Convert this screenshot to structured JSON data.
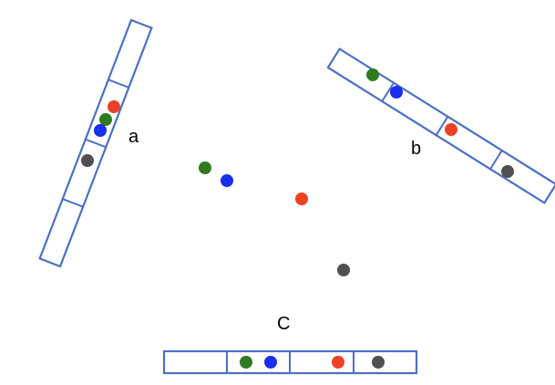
{
  "colors": {
    "box": "#4b6fc3",
    "green": "#2f7a1f",
    "blue": "#1a2ff0",
    "red": "#ee4024",
    "gray": "#505050"
  },
  "labels": {
    "a": "a",
    "b": "b",
    "c": "C"
  }
}
